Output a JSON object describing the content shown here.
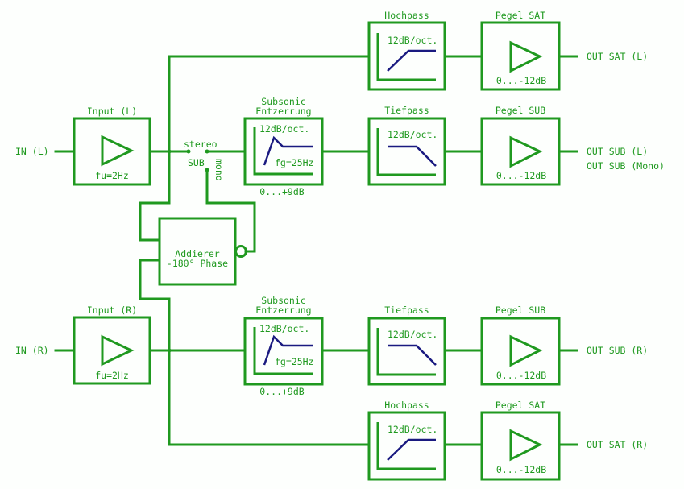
{
  "colors": {
    "wire": "#1f991f",
    "curve": "#1a1a80",
    "background": "#fdfffd"
  },
  "inputs": [
    {
      "label": "IN (L)",
      "block_title": "Input (L)",
      "note": "fu=2Hz"
    },
    {
      "label": "IN (R)",
      "block_title": "Input (R)",
      "note": "fu=2Hz"
    }
  ],
  "switch": {
    "stereo": "stereo",
    "sub": "SUB",
    "mono": "mono"
  },
  "adder": {
    "line1": "Addierer",
    "line2": "-180° Phase"
  },
  "subsonic": [
    {
      "title1": "Subsonic",
      "title2": "Entzerrung",
      "slope": "12dB/oct.",
      "freq": "fg=25Hz",
      "range": "0...+9dB"
    },
    {
      "title1": "Subsonic",
      "title2": "Entzerrung",
      "slope": "12dB/oct.",
      "freq": "fg=25Hz",
      "range": "0...+9dB"
    }
  ],
  "highpass": [
    {
      "title": "Hochpass",
      "slope": "12dB/oct."
    },
    {
      "title": "Hochpass",
      "slope": "12dB/oct."
    }
  ],
  "lowpass": [
    {
      "title": "Tiefpass",
      "slope": "12dB/oct."
    },
    {
      "title": "Tiefpass",
      "slope": "12dB/oct."
    }
  ],
  "level": [
    {
      "title": "Pegel SAT",
      "range": "0...-12dB"
    },
    {
      "title": "Pegel SUB",
      "range": "0...-12dB"
    },
    {
      "title": "Pegel SUB",
      "range": "0...-12dB"
    },
    {
      "title": "Pegel SAT",
      "range": "0...-12dB"
    }
  ],
  "outputs": [
    "OUT SAT (L)",
    "OUT SUB (L)",
    "OUT SUB (Mono)",
    "OUT SUB (R)",
    "OUT SAT (R)"
  ]
}
